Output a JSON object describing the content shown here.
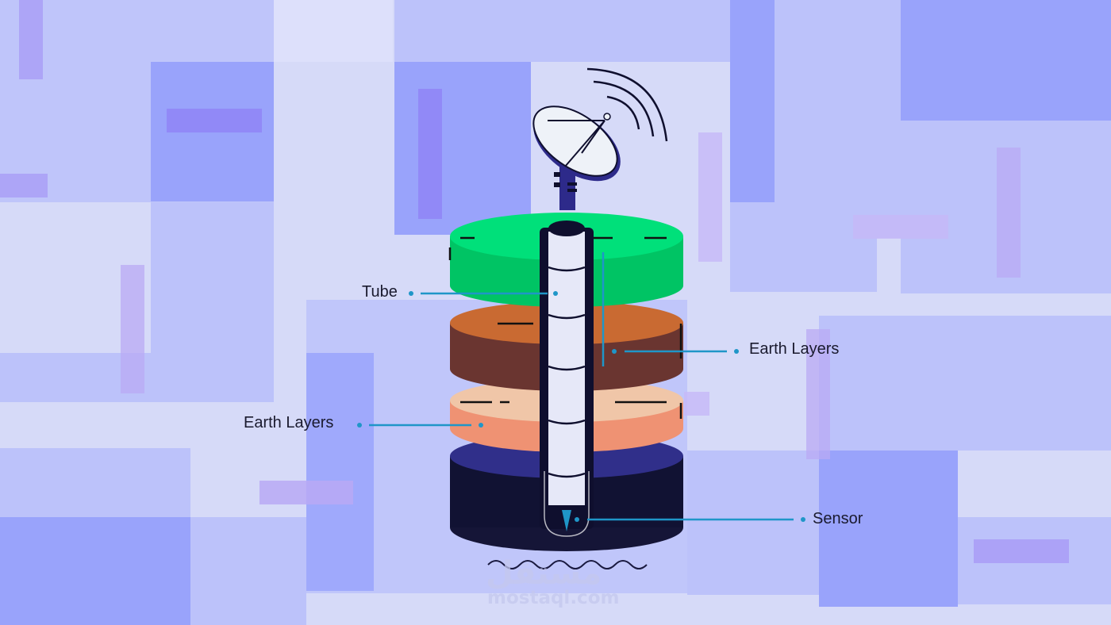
{
  "colors": {
    "background": "#d6daf8",
    "grass_top": "#00e07a",
    "grass_side": "#00c464",
    "soil_top": "#c96a32",
    "soil_side": "#6a3530",
    "clay_top": "#f0c6a8",
    "clay_side": "#ef9273",
    "rock_top": "#302f8a",
    "rock_side": "#111233",
    "tube": "#e6e8f8",
    "leader": "#1f96c8"
  },
  "labels": {
    "tube": "Tube",
    "earth_layers_right": "Earth Layers",
    "earth_layers_left": "Earth Layers",
    "sensor": "Sensor"
  },
  "icons": [
    "satellite-dish-icon",
    "signal-waves-icon",
    "sensor-tip-icon"
  ],
  "watermark": {
    "arabic": "مستقل",
    "latin": "mostaql.com"
  }
}
